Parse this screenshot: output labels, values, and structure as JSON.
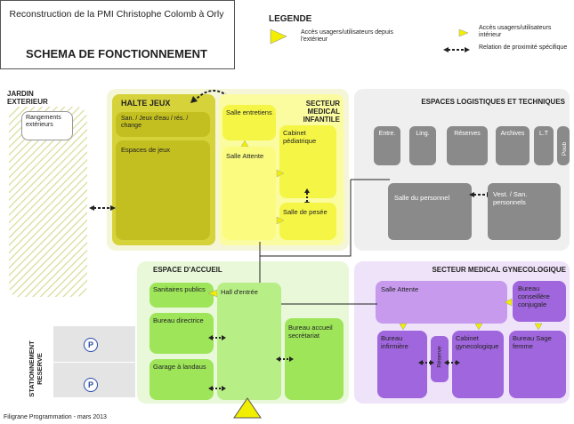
{
  "title": {
    "line1": "Reconstruction de la PMI Christophe Colomb à Orly",
    "line2": "SCHEMA DE FONCTIONNEMENT"
  },
  "legend": {
    "heading": "LEGENDE",
    "item_exterior": "Accès usagers/utilisateurs depuis l'extérieur",
    "item_interior": "Accès usagers/utilisateurs intérieur",
    "item_relation": "Relation de proximité spécifique"
  },
  "jardin": {
    "label": "JARDIN EXTERIEUR",
    "rangements": "Rangements extérieurs"
  },
  "halte": {
    "label": "HALTE JEUX",
    "san": "San. / Jeux d'eau / rés. / change",
    "espaces": "Espaces de jeux"
  },
  "infantile": {
    "label": "SECTEUR MEDICAL INFANTILE",
    "salle_entretiens": "Salle entretiens",
    "salle_attente": "Salle Attente",
    "cabinet": "Cabinet pédiatrique",
    "pesee": "Salle de pesée"
  },
  "logistique": {
    "label": "ESPACES LOGISTIQUES ET TECHNIQUES",
    "rooms": [
      "Entre.",
      "Ling.",
      "Réserves",
      "Archives",
      "L.T",
      "Poub"
    ],
    "personnel": "Salle du personnel",
    "vest": "Vest. / San. personnels"
  },
  "accueil": {
    "label": "ESPACE D'ACCUEIL",
    "sanitaires": "Sanitaires publics",
    "hall": "Hall d'entrée",
    "bureau_directrice": "Bureau directrice",
    "garage": "Garage à landaus",
    "bureau_accueil": "Bureau accueil secrétariat"
  },
  "gyneco": {
    "label": "SECTEUR MEDICAL GYNECOLOGIQUE",
    "salle_attente": "Salle Attente",
    "bureau_conseillere": "Bureau conseillère conjugale",
    "bureau_infirmiere": "Bureau infirmière",
    "reserve": "Réserve",
    "cabinet": "Cabinet gynecologique",
    "sage_femme": "Bureau Sage femme"
  },
  "parking": {
    "label": "STATIONNEMENT RESERVE",
    "p1": "P",
    "p2": "P"
  },
  "footer": "Filigrane Programmation - mars 2013",
  "colors": {
    "halte": "#c8c422",
    "infantile": "#fafa50",
    "accueil": "#9ee55a",
    "gyneco": "#a66ee0",
    "logistique": "#8a8a8a",
    "arrow": "#f2ee00"
  }
}
